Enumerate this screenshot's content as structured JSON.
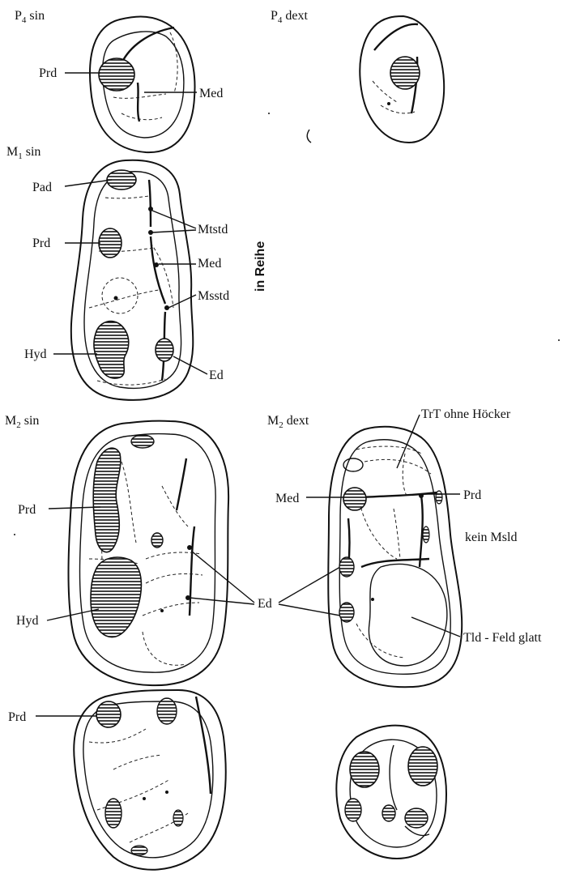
{
  "figure": {
    "p4_sin": {
      "title_main": "P",
      "title_sub": "4",
      "title_rest": " sin",
      "prd": "Prd",
      "med": "Med"
    },
    "p4_dext": {
      "title_main": "P",
      "title_sub": "4",
      "title_rest": " dext"
    },
    "m1_sin": {
      "title_main": "M",
      "title_sub": "1",
      "title_rest": " sin",
      "pad": "Pad",
      "prd": "Prd",
      "hyd": "Hyd",
      "mtstd": "Mtstd",
      "med": "Med",
      "msstd": "Msstd",
      "ed": "Ed",
      "side_note": "in Reihe"
    },
    "m2_sin": {
      "title_main": "M",
      "title_sub": "2",
      "title_rest": " sin",
      "prd": "Prd",
      "hyd": "Hyd"
    },
    "m2_dext": {
      "title_main": "M",
      "title_sub": "2",
      "title_rest": " dext",
      "trt": "TrT ohne Höcker",
      "med": "Med",
      "prd": "Prd",
      "no_msld": "kein Msld",
      "tld": "Tld - Feld glatt"
    },
    "shared_ed": "Ed",
    "bottom_left": {
      "prd": "Prd"
    }
  },
  "colors": {
    "ink": "#111111",
    "background": "#ffffff"
  }
}
